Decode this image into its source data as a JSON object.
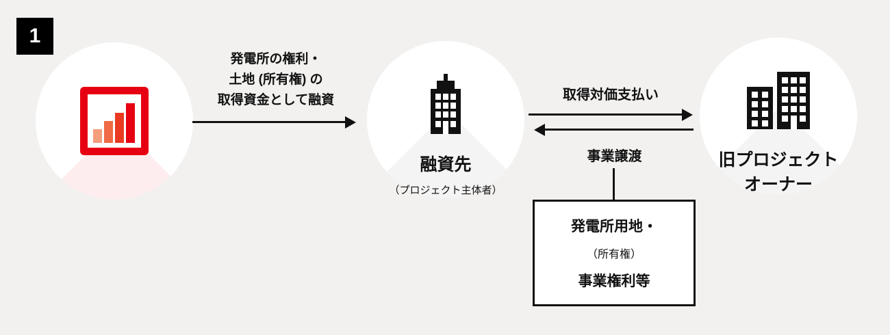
{
  "badge": {
    "number": "1"
  },
  "nodes": {
    "lender": {
      "logo": "bar-chart-logo"
    },
    "borrower": {
      "title": "融資先",
      "subtitle": "（プロジェクト主体者）"
    },
    "old_owner": {
      "title_line1": "旧プロジェクト",
      "title_line2": "オーナー"
    }
  },
  "arrows": {
    "loan": {
      "line1": "発電所の権利・",
      "line2": "土地 (所有権) の",
      "line3": "取得資金として融資"
    },
    "payment": {
      "label": "取得対価支払い"
    },
    "transfer": {
      "label": "事業譲渡"
    }
  },
  "asset_box": {
    "line1": "発電所用地・",
    "line2": "（所有権）",
    "line3": "事業権利等"
  },
  "colors": {
    "background": "#f2f1ef",
    "accent_red": "#e60012",
    "ink": "#111111"
  }
}
